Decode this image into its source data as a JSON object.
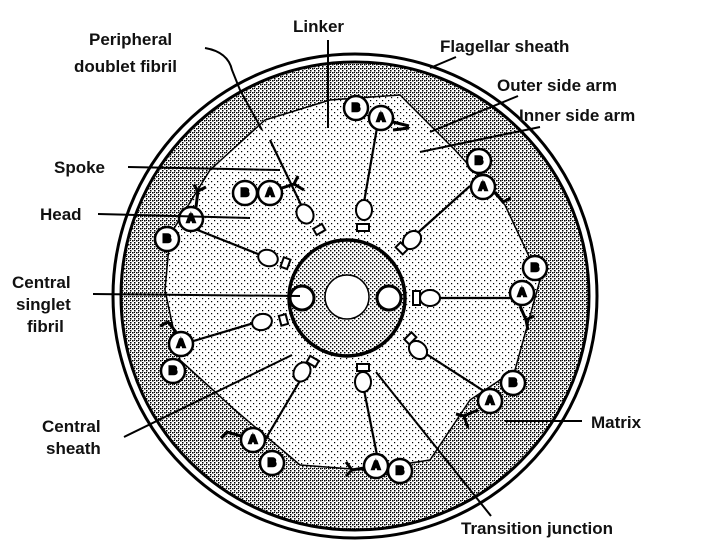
{
  "figure": {
    "subject": "Cross-section of a flagellum (9+2 axoneme)",
    "colors": {
      "ink": "#000000",
      "background": "#ffffff",
      "stipple_dark": "#6a6a6a",
      "stipple_light": "#c8c8c8"
    }
  },
  "labels": {
    "peripheral_line1": "Peripheral",
    "peripheral_line2": "doublet fibril",
    "linker": "Linker",
    "flagellar_sheath": "Flagellar sheath",
    "outer_side_arm": "Outer side arm",
    "inner_side_arm": "Inner side arm",
    "spoke": "Spoke",
    "head": "Head",
    "central_singlet_line1": "Central",
    "central_singlet_line2": "singlet",
    "central_singlet_line3": "fibril",
    "central_sheath_line1": "Central",
    "central_sheath_line2": "sheath",
    "matrix": "Matrix",
    "transition_junction": "Transition junction"
  },
  "doublets": [
    {
      "a": "A",
      "b": "B"
    },
    {
      "a": "A",
      "b": "B"
    },
    {
      "a": "A",
      "b": "B"
    },
    {
      "a": "A",
      "b": "B"
    },
    {
      "a": "A",
      "b": "B"
    },
    {
      "a": "A",
      "b": "B"
    },
    {
      "a": "A",
      "b": "B"
    },
    {
      "a": "A",
      "b": "B"
    },
    {
      "a": "A",
      "b": "B"
    }
  ]
}
